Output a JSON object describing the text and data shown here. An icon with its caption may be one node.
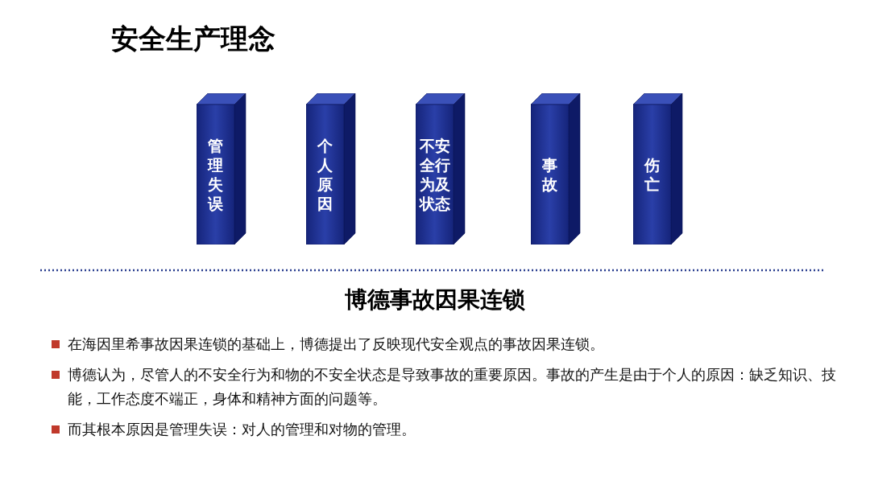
{
  "diagram": {
    "title": "安全生产理念",
    "nodes": [
      {
        "text": [
          "管理失误"
        ]
      },
      {
        "text": [
          "个人原因"
        ]
      },
      {
        "text": [
          "不安全行为及状态"
        ]
      },
      {
        "text": [
          "事故"
        ]
      },
      {
        "text": [
          "伤亡"
        ]
      }
    ],
    "labels": [
      "博德事故因果连锁",
      "在海因里希事故因果连锁的基础上，博德提出了反映现代安全观点的事故因果连锁。",
      "博德认为，尽管人的不安全行为和物的不安全状态是导致事故的重要原因。事故的产生是由于个人的原因：缺乏知识、技能，工作态度不端正，身体和精神方面的问题等。",
      "而其根本原因是管理失误：对人的管理和对物的管理。"
    ]
  }
}
